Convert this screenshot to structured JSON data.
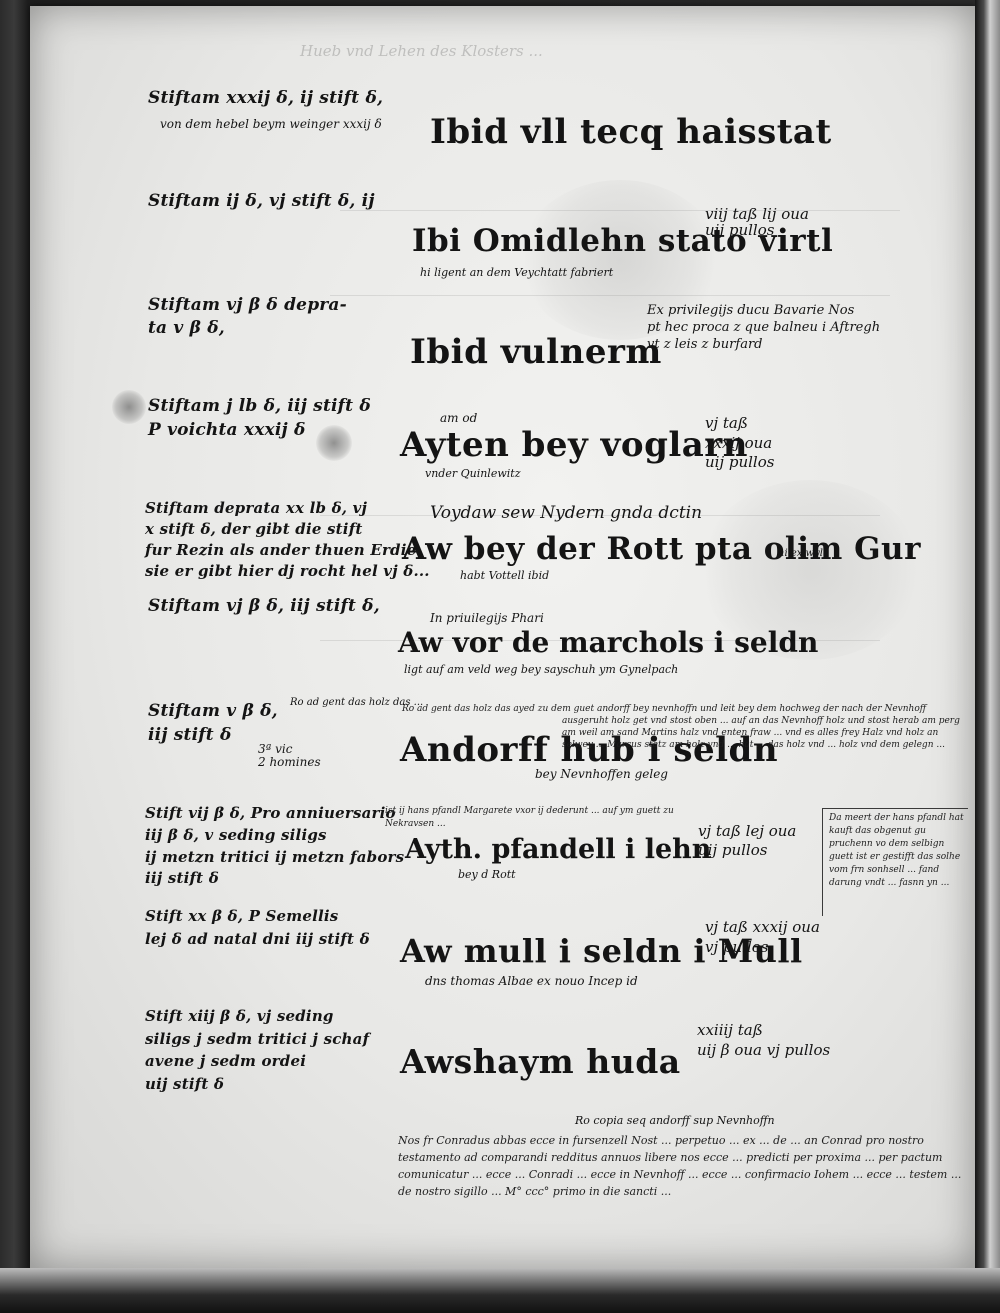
{
  "manuscript": {
    "top_margin_faint": "Hueb vnd Lehen des Klosters ...",
    "entries": [
      {
        "margin": "Stiftam xxxij δ, ij stift δ,",
        "margin_sub": "von dem hebel beym weinger xxxij δ",
        "heading": "Ibid vll tecq haisstat",
        "subnote": "",
        "right": ""
      },
      {
        "margin": "Stiftam ij δ, vj stift δ, ij",
        "margin_sub": "",
        "heading": "Ibi Omidlehn stato virtl",
        "subnote": "hi ligent an dem Veychtatt fabriert",
        "right": "viij taß lij oua\nuij pullos"
      },
      {
        "margin": "Stiftam vj β δ depra-\nta v β δ,",
        "margin_sub": "",
        "heading": "Ibid vulnerm",
        "subnote": "",
        "right": "Ex privilegijs ducu Bavarie Nos\npt hec proca z que balneu i Aftregh\nvt z leis z burfard"
      },
      {
        "margin": "Stiftam j lb δ, iij stift δ\nP voichta xxxij δ",
        "margin_sub": "",
        "heading": "Ayten bey voglarn",
        "subnote": "vnder Quinlewitz",
        "above": "am od",
        "right": "vj taß\nxxxij oua\nuij pullos"
      },
      {
        "margin": "Stiftam deprata xx lb δ, vj\nx stift δ, der gibt die stift\nfur Rezin als ander thuen Erdie\nsie er gibt hier dj rocht hel vj δ...",
        "margin_sub": "",
        "heading": "Aw bey der Rott pta olim Gur",
        "subnote": "habt Vottell ibid",
        "above": "Voydaw sew Nydern gnda dctin",
        "right": "hi ex wyle"
      },
      {
        "margin": "Stiftam vj β δ, iij stift δ,",
        "margin_sub": "",
        "heading": "Aw vor de marchols i seldn",
        "subnote": "ligt auf am veld weg bey sayschuh ym Gynelpach",
        "above": "In priuilegijs Phari",
        "right": ""
      },
      {
        "margin": "Stiftam v β δ,\niij stift δ",
        "margin_sub": "3ª vic\n2 homines",
        "heading": "Andorff hub i seldn",
        "subnote": "bey Nevnhoffen geleg",
        "above": "Ro ad gent das holz das ...",
        "right": ""
      },
      {
        "margin": "Stift vij β δ, Pro anniuersario\niij β δ, v seding siligs\nij metzn tritici ij metzn fabors\niij stift δ",
        "margin_sub": "",
        "heading": "Ayth. pfandell i lehn",
        "subnote": "bey d Rott",
        "right": "vj taß lej oua\nuij pullos"
      },
      {
        "margin": "Stift xx β δ, P Semellis\nlej δ ad natal dni iij stift δ",
        "margin_sub": "",
        "heading": "Aw mull i seldn i Mull",
        "subnote": "dns thomas Albae ex nouo Incep id",
        "right": "vj taß xxxij oua\nvj pullos"
      },
      {
        "margin": "Stift xiij β δ, vj seding\nsiligs j sedm tritici j schaf\navene j sedm ordei\nuij stift δ",
        "margin_sub": "",
        "heading": "Awshaym huda",
        "subnote": "",
        "right": "xxiiij taß\nuij β oua vj pullos"
      }
    ],
    "andorff_note": "Ro ad gent das holz das ayed zu dem guet andorff bey nevnhoffn und leit bey dem hochweg der nach der Nevnhoff ausgeruht holz get vnd stost oben ... auf an das Nevnhoff holz und stost herab am perg am weil am sand Martins halz vnd enten fraw ... vnd es alles frey Halz vnd holz an selwey ... Marcus stetz am holz vnd ... hat ... das holz vnd ... holz vnd dem gelegn ...",
    "pfandell_left_note": "ist ij hans pfandl Margarete vxor ij dederunt ... auf ym guett zu Nekravsen ...",
    "boxed_note": "Da meert der hans pfandl hat kauft das obgenut gu pruchenn vo dem selbign guett ist er gestifft das solhe vom frn sonhsell ... fand darung vndt ... fasnn yn ...",
    "copia_heading": "Ro copia seq andorff sup Nevnhoffn",
    "closing_block": "Nos fr Conradus abbas ecce in fursenzell Nost ... perpetuo ... ex ... de ... an Conrad pro nostro testamento ad comparandi redditus annuos libere nos ecce ... predicti per proxima ... per pactum comunicatur ... ecce ... Conradi ... ecce in Nevnhoff ... ecce ... confirmacio Iohem ... ecce ... testem ... de nostro sigillo ... M° ccc° primo in die sancti ..."
  }
}
